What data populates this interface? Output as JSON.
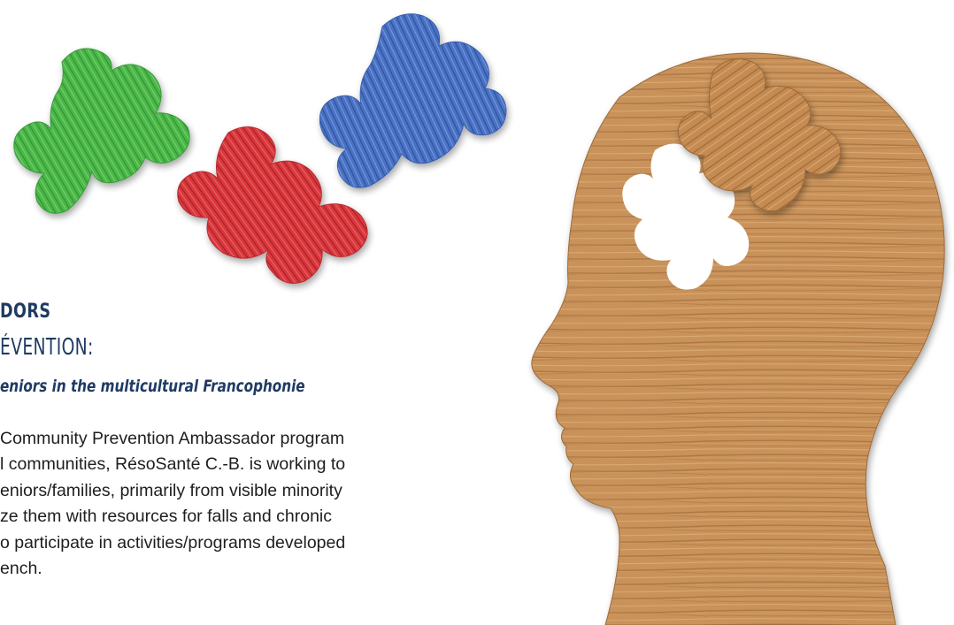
{
  "heading": {
    "line1": "DORS",
    "line2": "ÉVENTION:",
    "subtitle": "eniors in the multicultural Francophonie"
  },
  "paragraph": {
    "lines": [
      " Community Prevention Ambassador program",
      "l communities, RésoSanté C.-B. is working to",
      "eniors/families, primarily from visible minority",
      "ze them with resources for falls and chronic",
      "o participate in activities/programs developed",
      "ench."
    ]
  },
  "colors": {
    "heading": "#1f3b63",
    "body_text": "#1e1e1e",
    "puzzle_green": "#4cb84a",
    "puzzle_red": "#d8383c",
    "puzzle_blue": "#4a72c4",
    "wood": "#c8925a"
  },
  "images": {
    "puzzle_pieces": "green-red-blue-puzzle-pieces",
    "head": "wooden-head-silhouette-with-missing-puzzle-piece"
  }
}
